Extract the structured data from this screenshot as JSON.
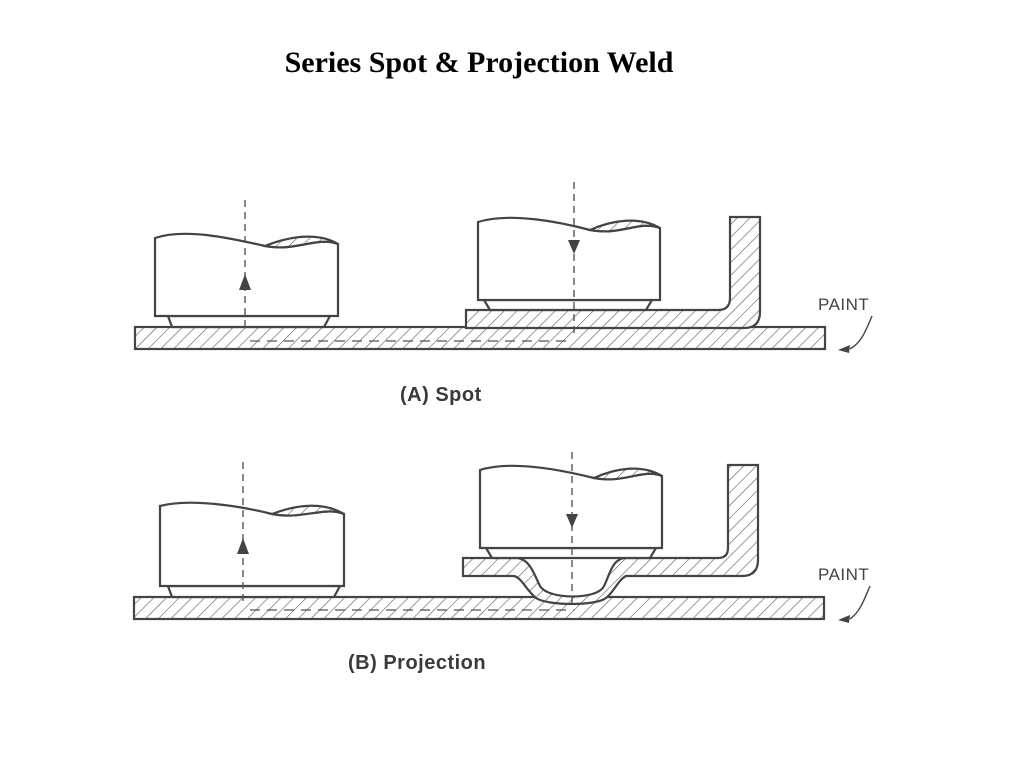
{
  "title": "Series Spot & Projection Weld",
  "panels": [
    {
      "caption": "(A) Spot",
      "paint_label": "PAINT"
    },
    {
      "caption": "(B) Projection",
      "paint_label": "PAINT"
    }
  ]
}
